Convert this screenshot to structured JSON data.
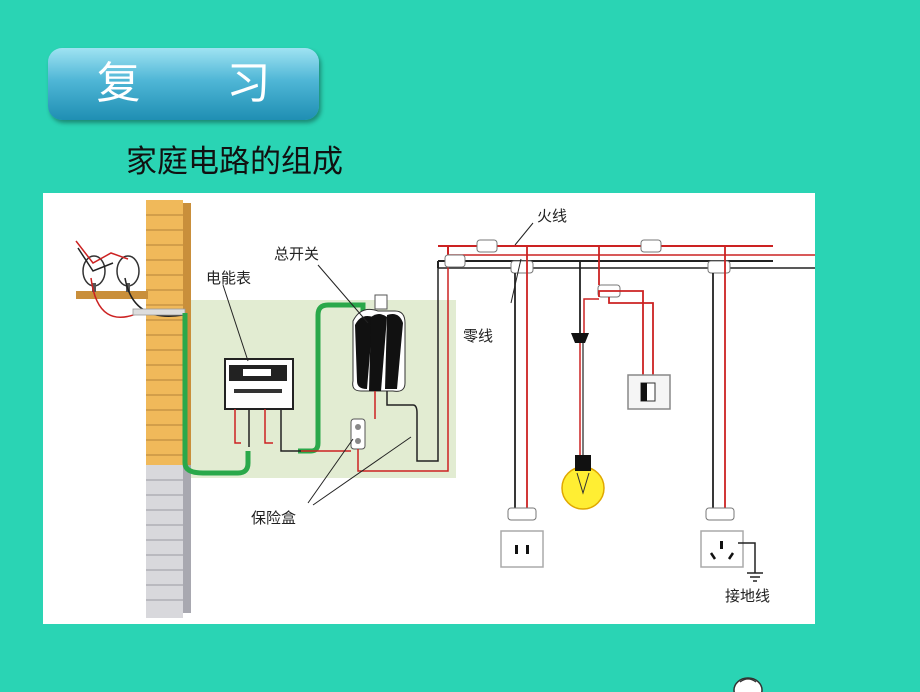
{
  "slide": {
    "title": "复 习",
    "subtitle": "家庭电路的组成"
  },
  "diagram": {
    "labels": {
      "live_wire": "火线",
      "neutral_wire": "零线",
      "main_switch": "总开关",
      "meter": "电能表",
      "fuse_box": "保险盒",
      "ground_wire": "接地线"
    },
    "colors": {
      "background": "#2ad4b4",
      "live": "#cc2222",
      "neutral": "#222222",
      "service_line": "#2aa84a",
      "brick": "#f0b95a",
      "bulb": "#ffee33"
    }
  }
}
